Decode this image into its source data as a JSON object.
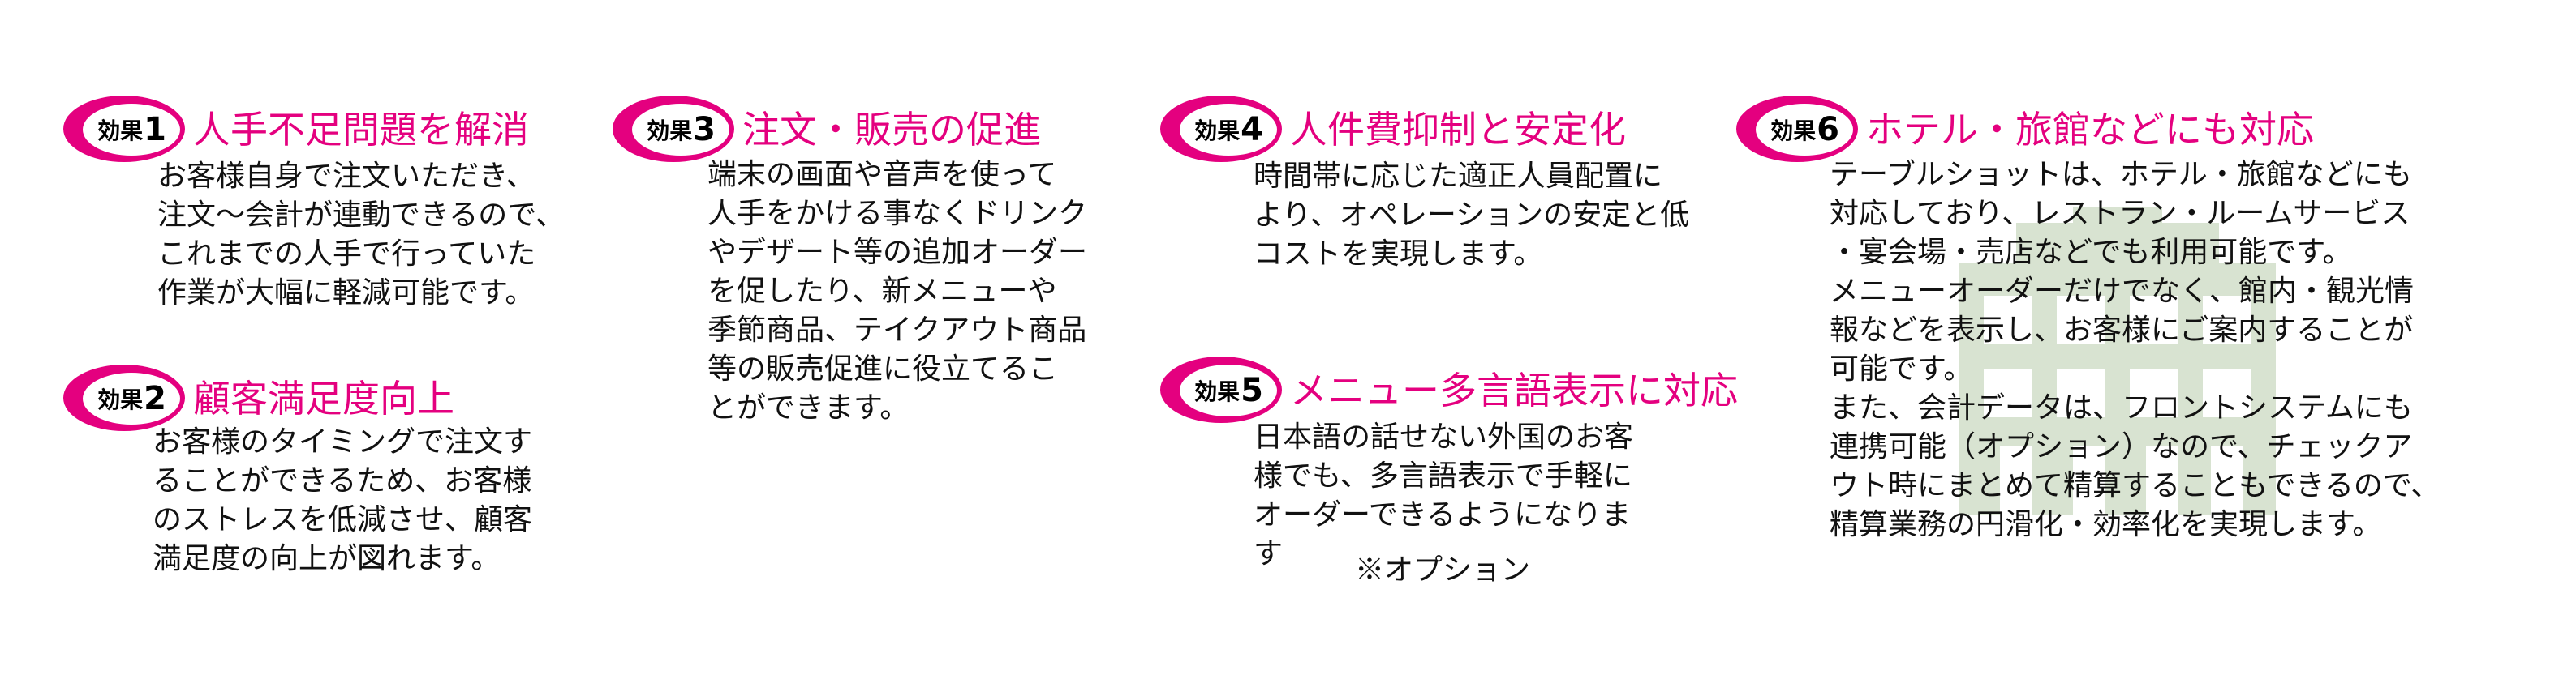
{
  "effects": [
    {
      "badge_kanji": "効果",
      "badge_num": "1",
      "title": "人手不足問題を解消",
      "lines": [
        "お客様自身で注文いただき、",
        "注文〜会計が連動できるので、",
        "これまでの人手で行っていた",
        "作業が大幅に軽減可能です。"
      ]
    },
    {
      "badge_kanji": "効果",
      "badge_num": "2",
      "title": "顧客満足度向上",
      "lines": [
        "お客様のタイミングで注文す",
        "ることができるため、お客様",
        "のストレスを低減させ、顧客",
        "満足度の向上が図れます。"
      ]
    },
    {
      "badge_kanji": "効果",
      "badge_num": "3",
      "title": "注文・販売の促進",
      "lines": [
        "端末の画面や音声を使って",
        "人手をかける事なくドリンク",
        "やデザート等の追加オーダー",
        "を促したり、新メニューや",
        "季節商品、テイクアウト商品",
        "等の販売促進に役立てるこ",
        "とができます。"
      ]
    },
    {
      "badge_kanji": "効果",
      "badge_num": "4",
      "title": "人件費抑制と安定化",
      "lines": [
        "時間帯に応じた適正人員配置に",
        "より、オペレーションの安定と低",
        "コストを実現します。"
      ]
    },
    {
      "badge_kanji": "効果",
      "badge_num": "5",
      "title": "メニュー多言語表示に対応",
      "lines": [
        "日本語の話せない外国のお客",
        "様でも、多言語表示で手軽に",
        "オーダーできるようになりま",
        "す"
      ],
      "note": "※オプション"
    },
    {
      "badge_kanji": "効果",
      "badge_num": "6",
      "title": "ホテル・旅館などにも対応",
      "lines": [
        "テーブルショットは、ホテル・旅館などにも",
        "対応しており、レストラン・ルームサービス",
        "・宴会場・売店などでも利用可能です。",
        "メニューオーダーだけでなく、館内・観光情",
        "報などを表示し、お客様にご案内することが",
        "可能です。",
        "また、会計データは、フロントシステムにも",
        "連携可能（オプション）なので、チェックア",
        "ウト時にまとめて精算することもできるので、",
        "精算業務の円滑化・効率化を実現します。"
      ]
    }
  ],
  "colors": {
    "accent": "#e4007f",
    "building": "#a9c29a"
  },
  "icons": {
    "watermark": "building-icon"
  }
}
